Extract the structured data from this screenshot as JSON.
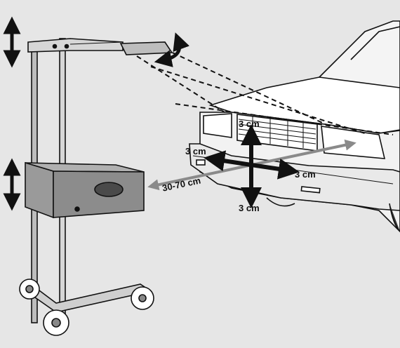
{
  "labels": {
    "offset_up": "3 cm",
    "offset_left": "3 cm",
    "offset_right": "3 cm",
    "offset_down": "3 cm",
    "distance": "30-70 cm"
  },
  "icons": [
    "double-arrow-vertical-icon",
    "rotate-arrow-icon",
    "four-way-arrow-icon"
  ],
  "colors": {
    "background": "#e6e6e6",
    "line": "#111111",
    "distance_arrow": "#8a8a8a",
    "tester_box": "#8c8c8c"
  }
}
